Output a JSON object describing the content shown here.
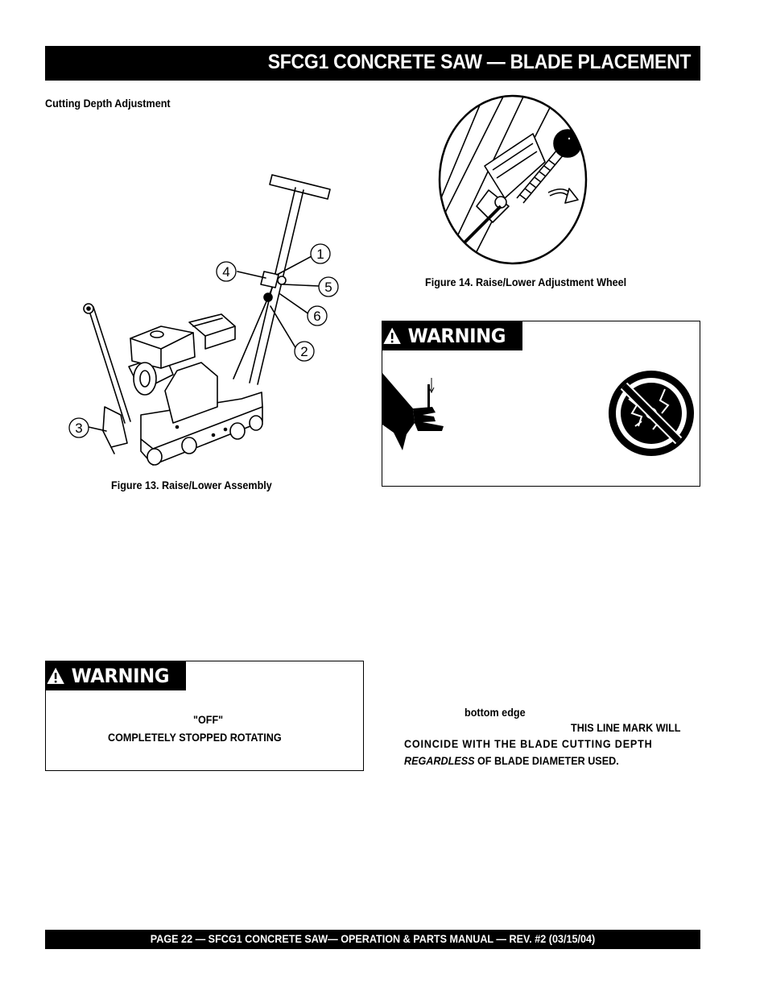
{
  "header": {
    "title": "SFCG1 CONCRETE SAW — BLADE PLACEMENT"
  },
  "section": {
    "heading": "Cutting Depth Adjustment"
  },
  "figure13": {
    "caption": "Figure 13. Raise/Lower Assembly",
    "callouts": [
      "1",
      "2",
      "3",
      "4",
      "5",
      "6"
    ]
  },
  "figure14": {
    "caption": "Figure 14. Raise/Lower Adjustment Wheel"
  },
  "warning_right": {
    "label": "WARNING"
  },
  "warning_left": {
    "label": "WARNING",
    "line1": "\"OFF\"",
    "line2": "COMPLETELY STOPPED ROTATING"
  },
  "right_text": {
    "line1": "bottom edge",
    "line2": "THIS LINE MARK WILL",
    "line3": "COINCIDE WITH THE BLADE CUTTING DEPTH",
    "line4_italic": "REGARDLESS",
    "line4_rest": " OF BLADE DIAMETER USED."
  },
  "footer": {
    "text": "PAGE 22 — SFCG1 CONCRETE SAW— OPERATION & PARTS MANUAL — REV. #2  (03/15/04)"
  }
}
